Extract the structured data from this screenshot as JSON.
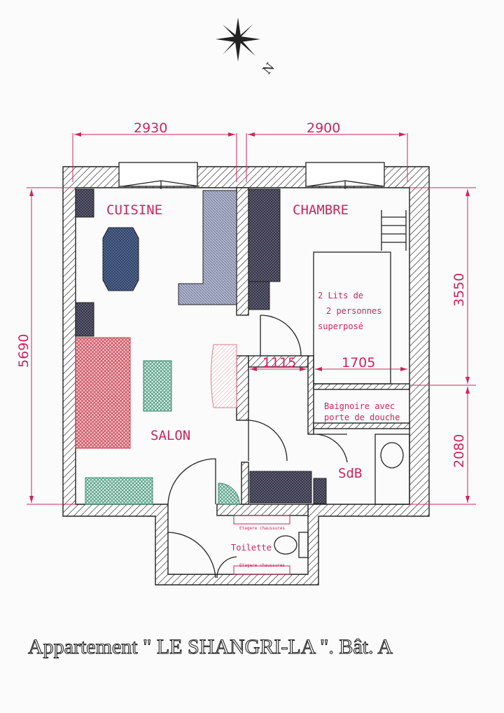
{
  "title": "Appartement \" LE SHANGRI-LA \". Bât. A",
  "compass": {
    "north_label": "N"
  },
  "rooms": {
    "cuisine": "CUISINE",
    "chambre": "CHAMBRE",
    "salon": "SALON",
    "sdb": "SdB",
    "toilette": "Toilette"
  },
  "annotations": {
    "beds_line1": "2 Lits de",
    "beds_line2": "2 personnes",
    "beds_line3": "superposé",
    "bath_line1": "Baignoire avec",
    "bath_line2": "porte de douche",
    "shelf_top": "Etagere chaussures",
    "shelf_bottom": "Etagere chaussures"
  },
  "dimensions": {
    "top_left": "2930",
    "top_right": "2900",
    "left_height": "5690",
    "right_upper": "3550",
    "right_lower": "2080",
    "corridor": "1115",
    "chambre_width": "1705"
  },
  "colors": {
    "dimension": "#d0245a",
    "wall": "#222222",
    "sofa": "#c8404f",
    "table": "#3a4f7a",
    "green": "#3a8a70"
  }
}
